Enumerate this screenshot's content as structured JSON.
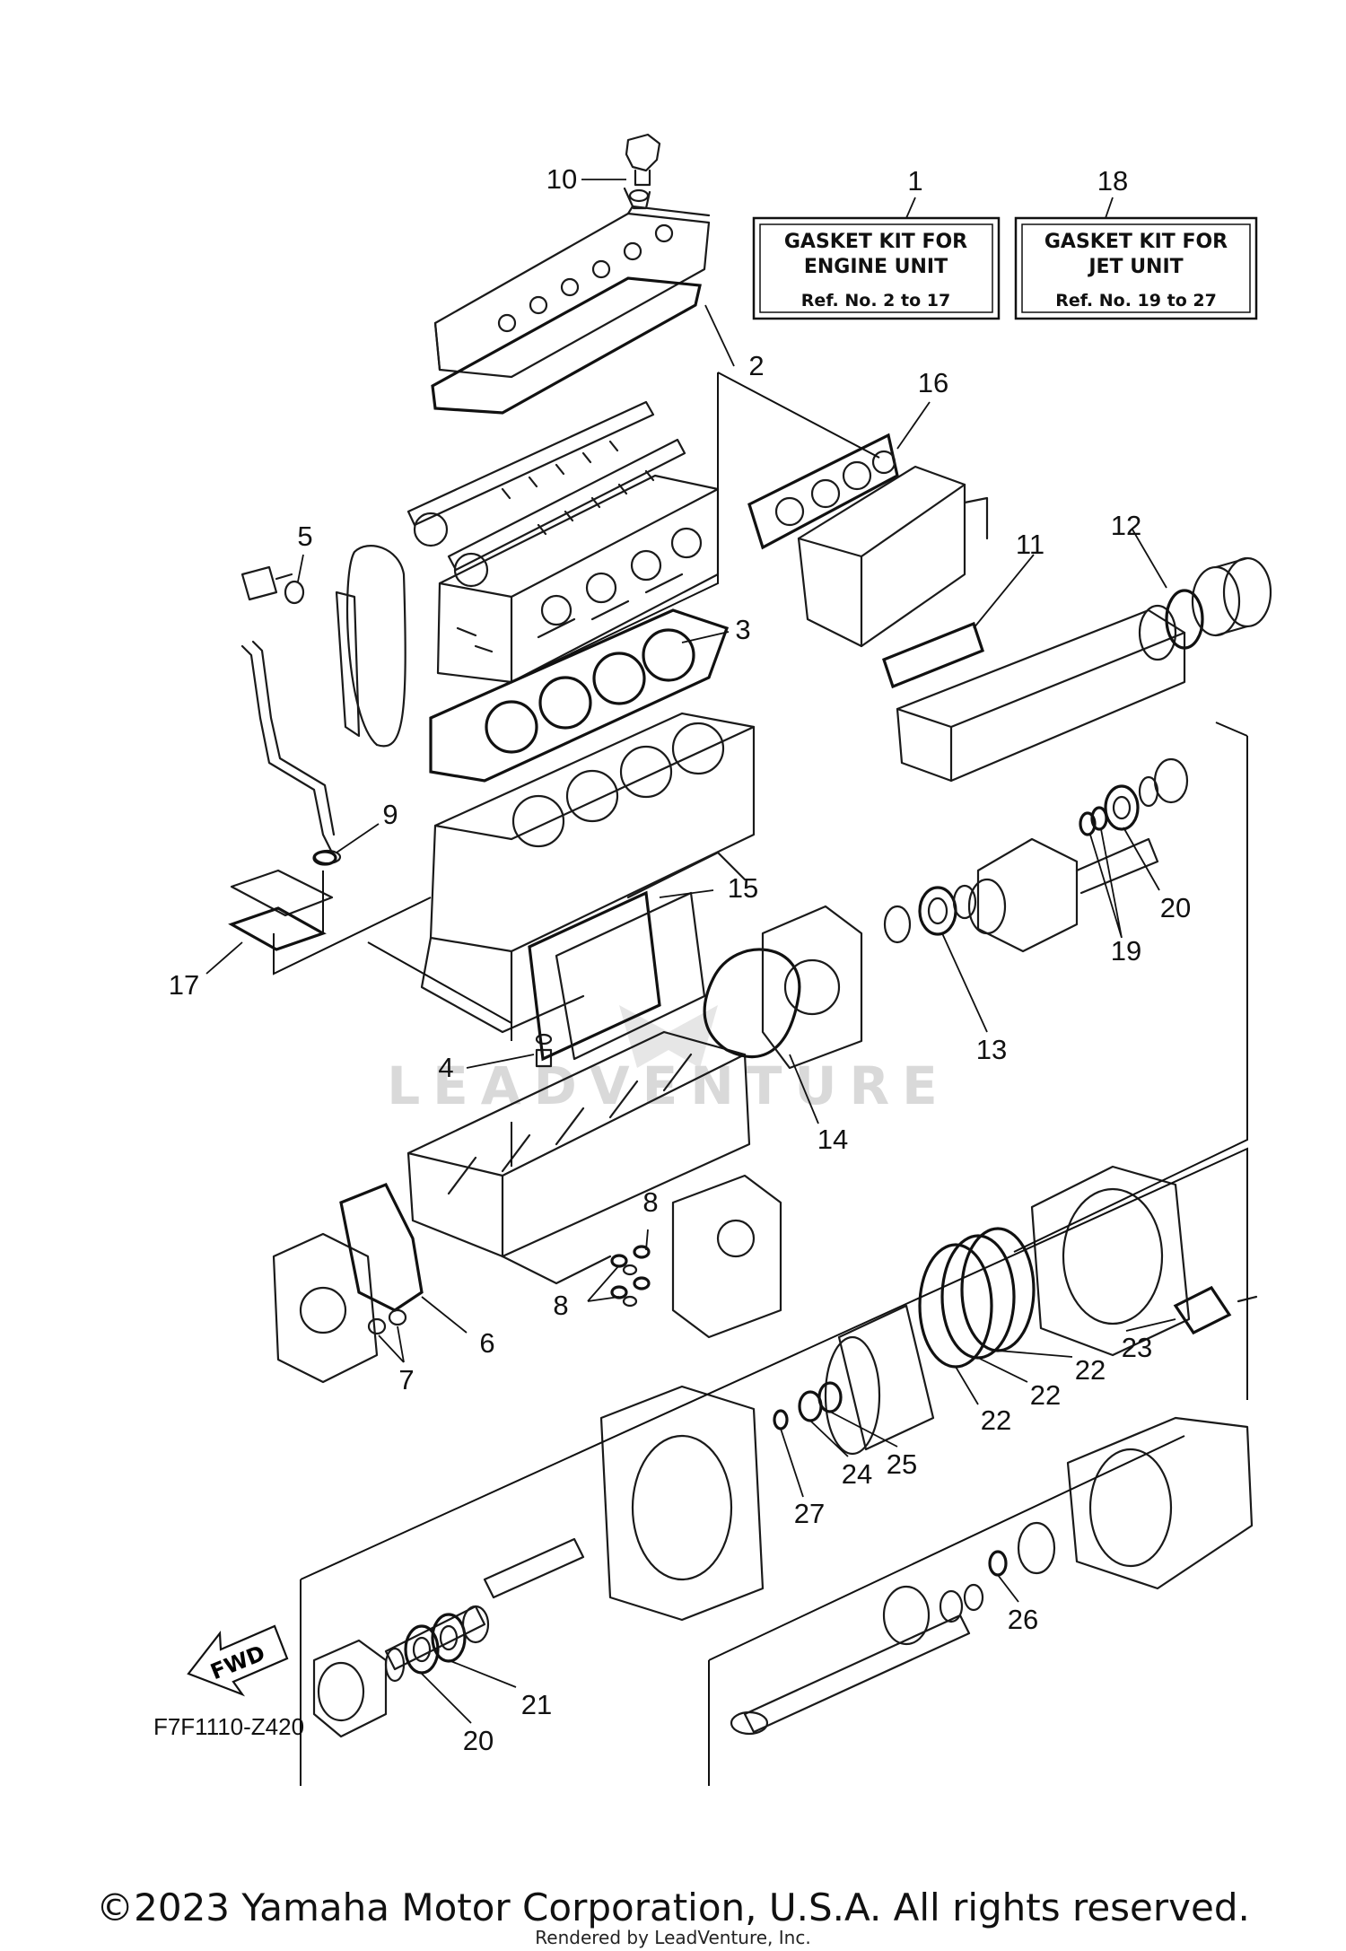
{
  "kits": [
    {
      "ref_no": "1",
      "title_line1": "GASKET  KIT  FOR",
      "title_line2": "ENGINE  UNIT",
      "refs": "Ref. No. 2 to 17"
    },
    {
      "ref_no": "18",
      "title_line1": "GASKET  KIT  FOR",
      "title_line2": "JET  UNIT",
      "refs": "Ref. No. 19 to 27"
    }
  ],
  "callouts": [
    "10",
    "2",
    "16",
    "5",
    "3",
    "11",
    "12",
    "9",
    "15",
    "20",
    "19",
    "17",
    "13",
    "4",
    "14",
    "8",
    "6",
    "7",
    "23",
    "22",
    "22",
    "22",
    "25",
    "24",
    "27",
    "26",
    "21",
    "20",
    "8"
  ],
  "fwd_label": "FWD",
  "diagram_code": "F7F1110-Z420",
  "watermark": "LEADVENTURE",
  "copyright": "©2023 Yamaha Motor Corporation, U.S.A. All rights reserved.",
  "rendered_by": "Rendered by LeadVenture, Inc.",
  "colors": {
    "line": "#1a1a1a",
    "background": "#ffffff",
    "watermark": "#d9d9d9"
  }
}
